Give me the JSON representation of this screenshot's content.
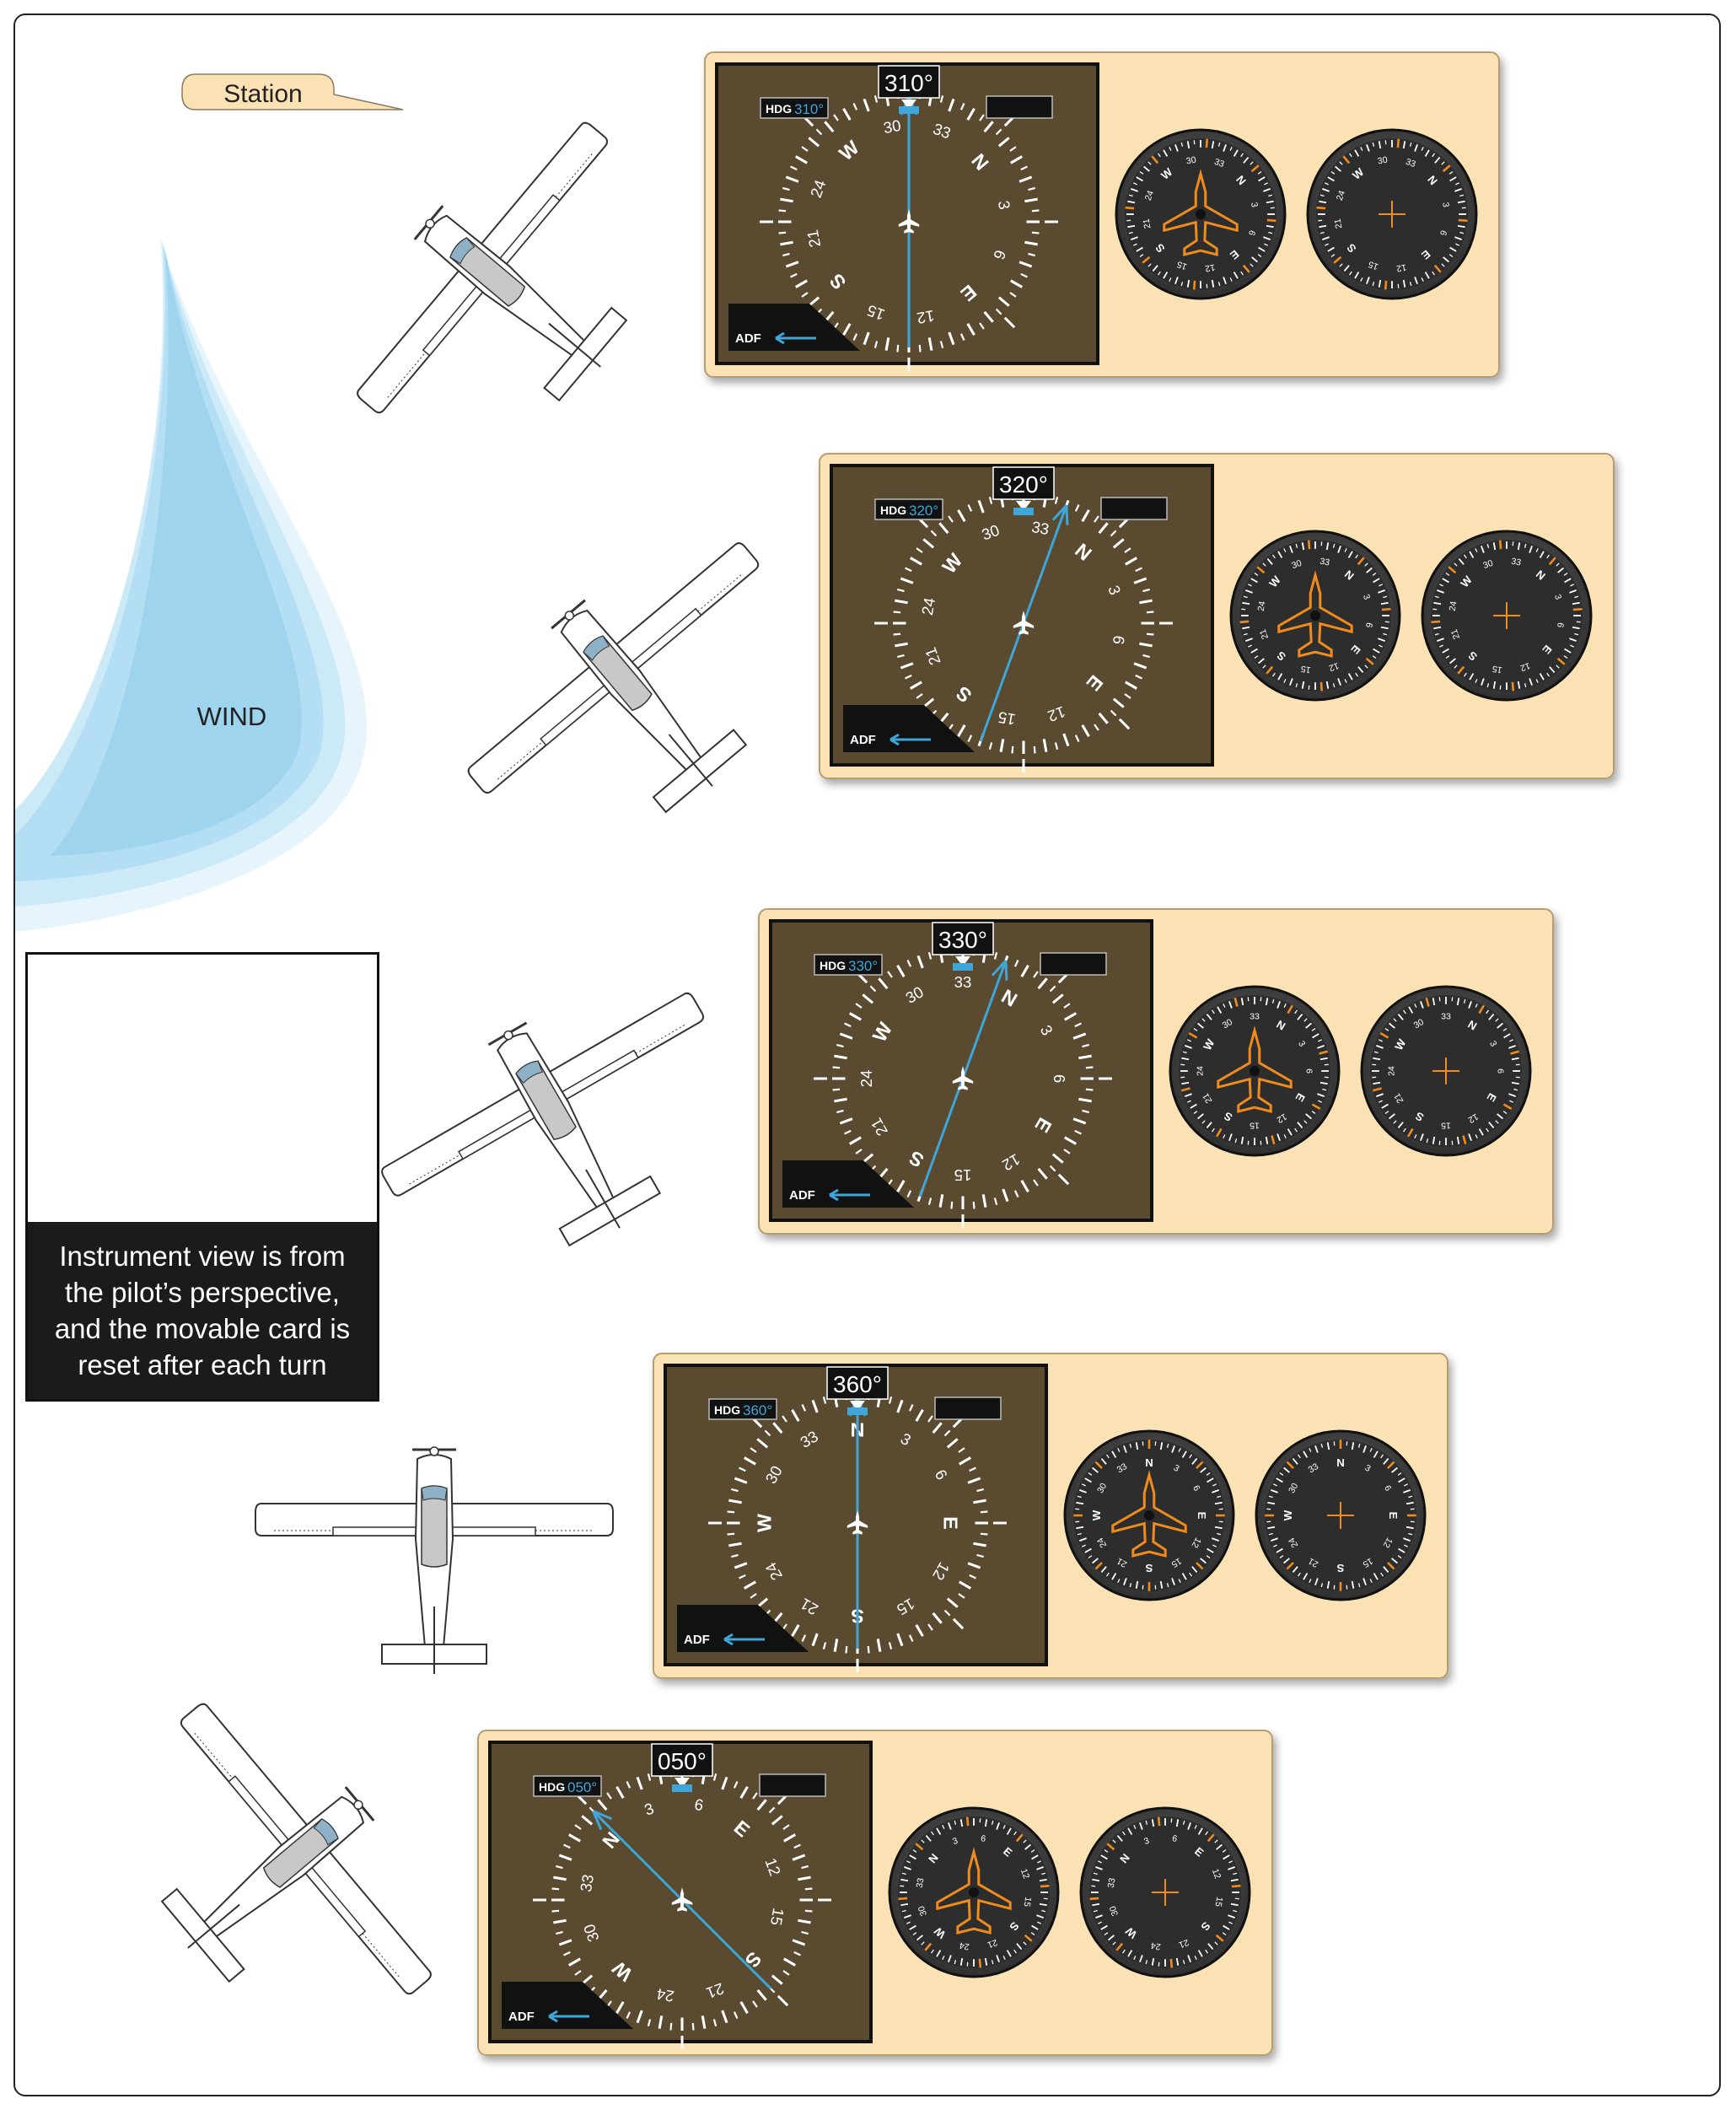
{
  "station_label": "Station",
  "wind_label": "WIND",
  "caption": "Instrument view is from the pilot’s perspective, and the movable card is reset after each turn",
  "hdg_label": "HDG",
  "adf_label": "ADF",
  "card_labels": [
    "N",
    "3",
    "6",
    "E",
    "12",
    "15",
    "S",
    "21",
    "24",
    "W",
    "30",
    "33"
  ],
  "colors": {
    "panel": "#fbe2b5",
    "screen": "#5a4a30",
    "needle": "#3ea6d8",
    "accent": "#f08c1e",
    "bubble": "#fbe2b5",
    "wind": "#9fd7f1"
  },
  "panels": [
    {
      "heading_text": "310°",
      "hdg_value": "310°",
      "heading": 310,
      "bearing": 0,
      "compass": 310,
      "rmi": 310
    },
    {
      "heading_text": "320°",
      "hdg_value": "320°",
      "heading": 320,
      "bearing": 20,
      "compass": 320,
      "rmi": 320
    },
    {
      "heading_text": "330°",
      "hdg_value": "330°",
      "heading": 330,
      "bearing": 20,
      "compass": 330,
      "rmi": 330
    },
    {
      "heading_text": "360°",
      "hdg_value": "360°",
      "heading": 360,
      "bearing": 0,
      "compass": 0,
      "rmi": 0
    },
    {
      "heading_text": "050°",
      "hdg_value": "050°",
      "heading": 50,
      "bearing": -45,
      "compass": 50,
      "rmi": 50
    }
  ],
  "airplanes": [
    {
      "heading": 310
    },
    {
      "heading": 320
    },
    {
      "heading": 330
    },
    {
      "heading": 360
    },
    {
      "heading": 50
    }
  ]
}
